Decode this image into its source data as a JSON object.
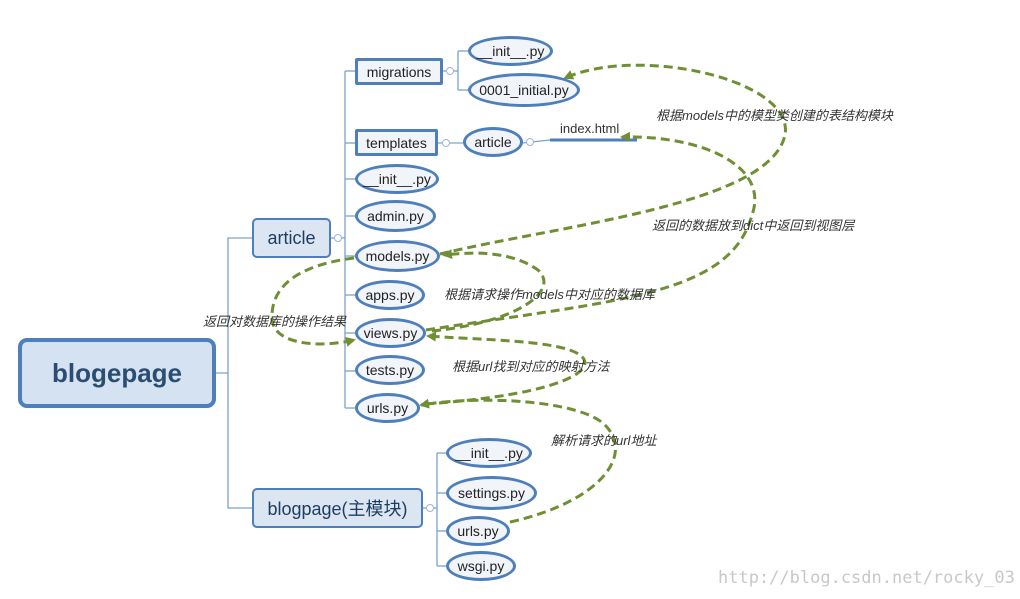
{
  "root": "blogepage",
  "app_node": "article",
  "main_module_node": "blogpage(主模块)",
  "article_children": {
    "migrations": "migrations",
    "migrations_init": "__init__.py",
    "migrations_initial": "0001_initial.py",
    "templates": "templates",
    "templates_article": "article",
    "index_html": "index.html",
    "init": "__init__.py",
    "admin": "admin.py",
    "models": "models.py",
    "apps": "apps.py",
    "views": "views.py",
    "tests": "tests.py",
    "urls": "urls.py"
  },
  "main_children": {
    "init": "__init__.py",
    "settings": "settings.py",
    "urls": "urls.py",
    "wsgi": "wsgi.py"
  },
  "annotations": {
    "models_to_migration": "根据models中的模型类创建的表结构模块",
    "views_to_template": "返回的数据放到dict中返回到视图层",
    "views_to_models": "根据请求操作models中对应的数据库",
    "models_to_views": "返回对数据库的操作结果",
    "urls_to_views": "根据url找到对应的映射方法",
    "main_urls_to_app_urls": "解析请求的url地址"
  },
  "watermark": "http://blog.csdn.net/rocky_03",
  "colors": {
    "node_border": "#4e7fbb",
    "node_fill": "#f1f4f9",
    "connector": "#7da2cc",
    "arrow": "#6f8f35"
  }
}
